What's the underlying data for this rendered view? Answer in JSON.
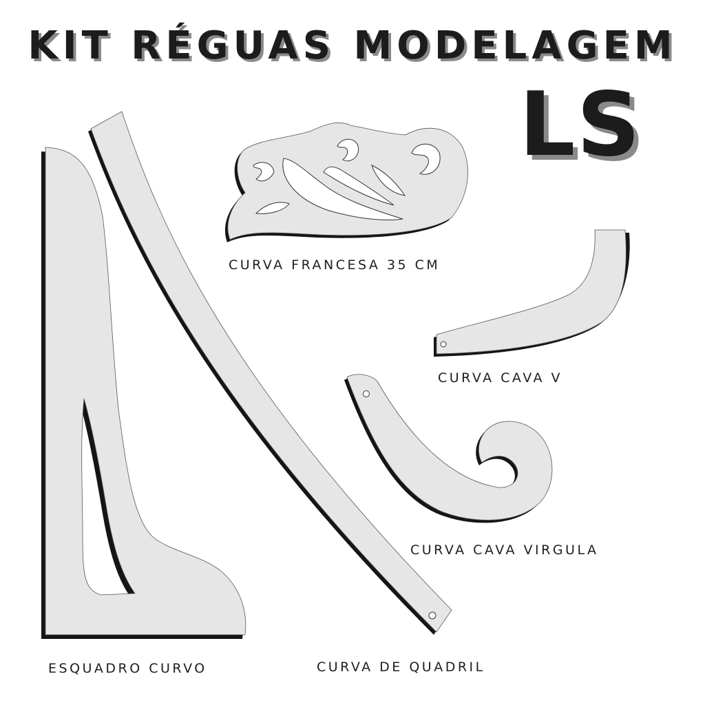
{
  "header": {
    "title": "KIT RÉGUAS MODELAGEM",
    "brand": "LS"
  },
  "rulers": {
    "curva_francesa": {
      "label": "CURVA FRANCESA 35 CM"
    },
    "curva_cava_v": {
      "label": "CURVA CAVA V"
    },
    "curva_cava_virgula": {
      "label": "CURVA CAVA VIRGULA"
    },
    "esquadro_curvo": {
      "label": "ESQUADRO CURVO"
    },
    "curva_de_quadril": {
      "label": "CURVA DE QUADRIL"
    }
  },
  "colors": {
    "ruler_fill": "#e6e6e6",
    "ruler_shadow": "#151515",
    "text": "#1c1c1c",
    "text_shadow": "#8a8a8a",
    "background": "#ffffff"
  }
}
